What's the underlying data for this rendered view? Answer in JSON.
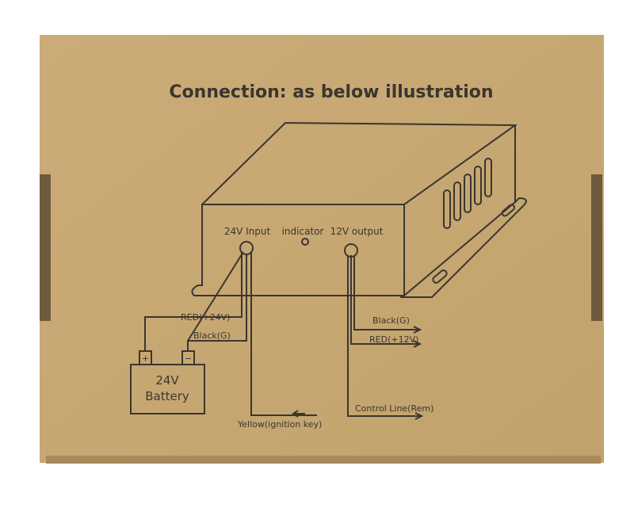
{
  "title": "Connection: as below illustration",
  "device": {
    "input_label": "24V Input",
    "indicator_label": "indicator",
    "output_label": "12V output"
  },
  "wires": {
    "red_in": "RED(+24V)",
    "black_in": "Black(G)",
    "yellow": "Yellow(ignition key)",
    "black_out": "Black(G)",
    "red_out": "RED(+12V)",
    "control": "Control Line(Rem)"
  },
  "battery": {
    "line1": "24V",
    "line2": "Battery",
    "plus": "+",
    "minus": "−"
  },
  "colors": {
    "cardboard": "#c7a873",
    "ink": "#3a3630"
  }
}
